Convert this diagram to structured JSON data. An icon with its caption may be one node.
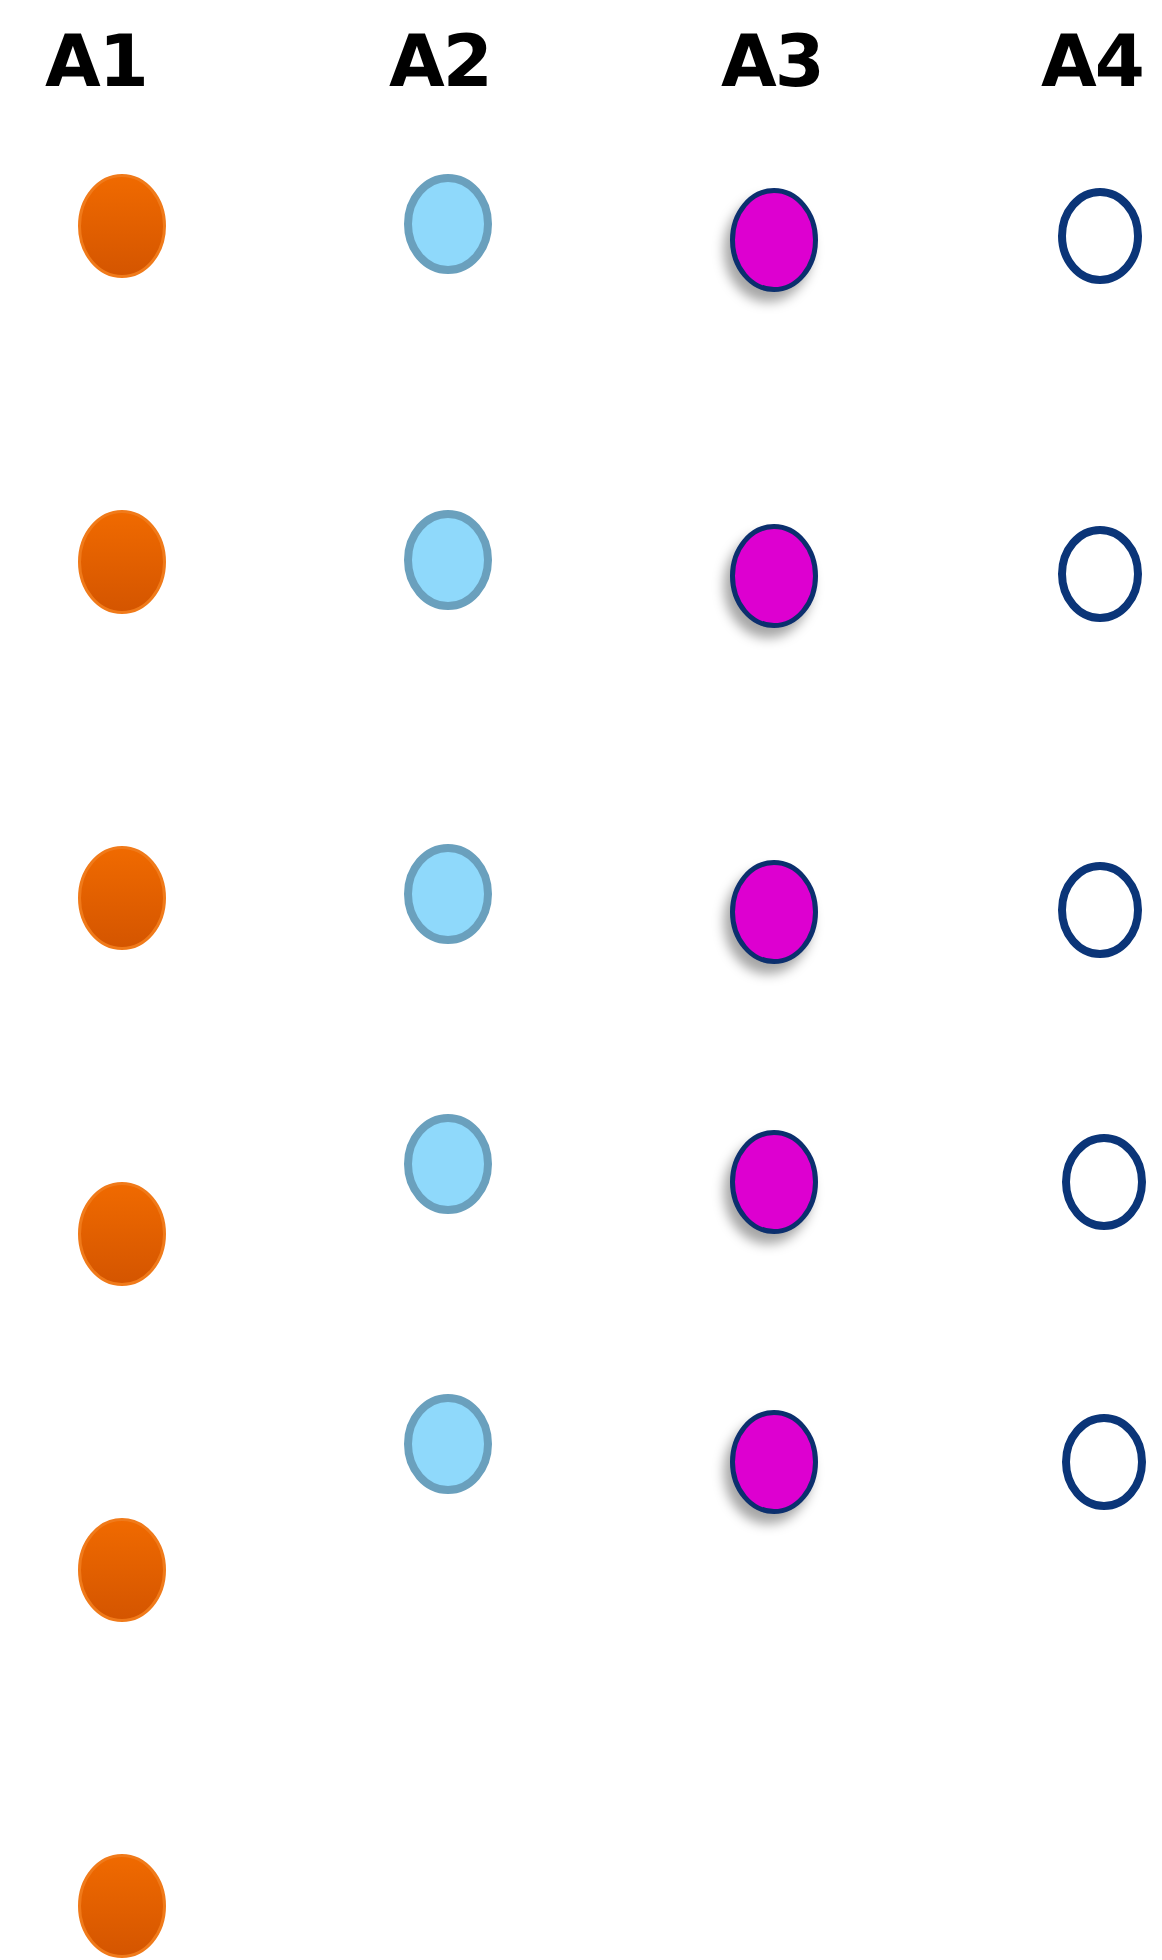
{
  "diagram": {
    "nodes": [
      {
        "text": [],
        "shape": "ellipse"
      },
      {
        "text": [],
        "shape": "ellipse"
      },
      {
        "text": [],
        "shape": "ellipse"
      },
      {
        "text": [],
        "shape": "ellipse"
      },
      {
        "text": [],
        "shape": "ellipse"
      },
      {
        "text": [],
        "shape": "ellipse"
      },
      {
        "text": [],
        "shape": "ellipse"
      },
      {
        "text": [],
        "shape": "ellipse"
      },
      {
        "text": [],
        "shape": "ellipse"
      },
      {
        "text": [],
        "shape": "ellipse"
      },
      {
        "text": [],
        "shape": "ellipse"
      },
      {
        "text": [],
        "shape": "ellipse"
      },
      {
        "text": [],
        "shape": "ellipse"
      },
      {
        "text": [],
        "shape": "ellipse"
      },
      {
        "text": [],
        "shape": "ellipse"
      },
      {
        "text": [],
        "shape": "ellipse"
      },
      {
        "text": [],
        "shape": "ellipse"
      },
      {
        "text": [],
        "shape": "ellipse"
      },
      {
        "text": [],
        "shape": "ellipse"
      },
      {
        "text": [],
        "shape": "ellipse"
      },
      {
        "text": [],
        "shape": "ellipse"
      }
    ],
    "labels": [
      "A1",
      "A2",
      "A3",
      "A4"
    ]
  }
}
